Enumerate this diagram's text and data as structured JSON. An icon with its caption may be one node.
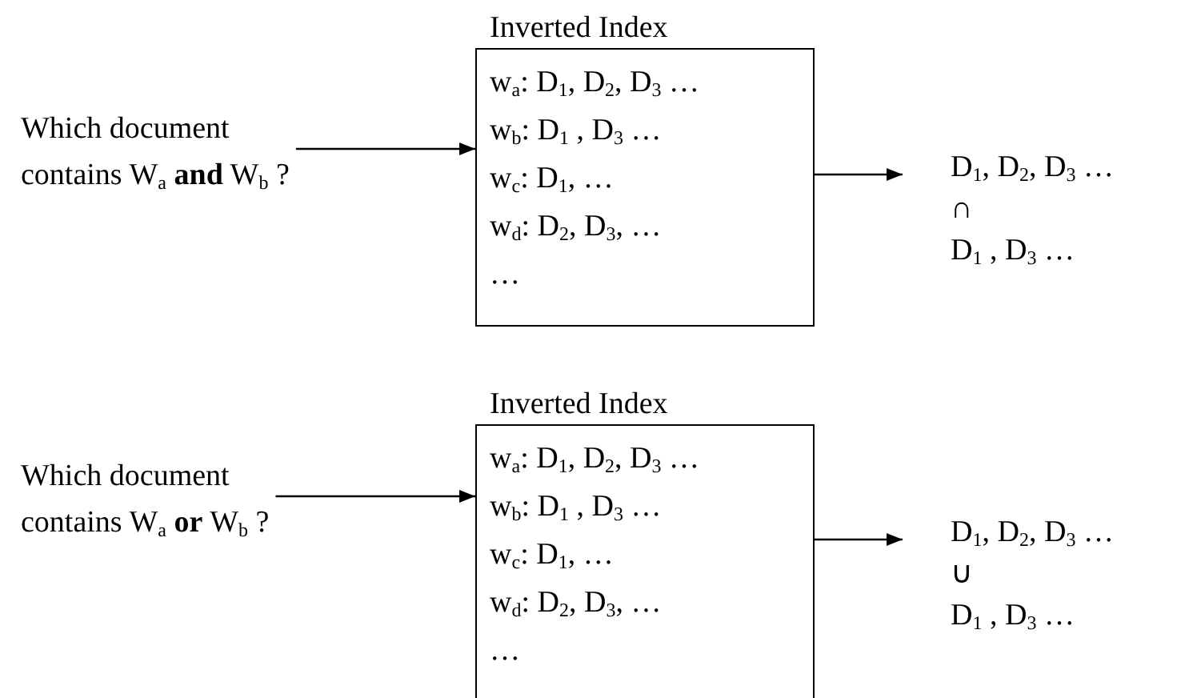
{
  "diagram": {
    "nodes": [
      {
        "text": [
          "Which document contains W$_{a}$ **and** W$_{b}$ ?"
        ]
      },
      {
        "text": [
          "Inverted Index",
          "w$_{a}$: D$_{1}$, D$_{2}$, D$_{3}$ …",
          "w$_{b}$: D$_{1}$ , D$_{3}$ …",
          "w$_{c}$: D$_{1}$, …",
          "w$_{d}$: D$_{2}$, D$_{3}$, …",
          "…"
        ]
      },
      {
        "text": [
          "D$_{1}$, D$_{2}$, D$_{3}$ …",
          "∩",
          "D$_{1}$ , D$_{3}$ …"
        ]
      },
      {
        "text": [
          "Which document contains W$_{a}$ **or** W$_{b}$ ?"
        ]
      },
      {
        "text": [
          "Inverted Index",
          "w$_{a}$: D$_{1}$, D$_{2}$, D$_{3}$ …",
          "w$_{b}$: D$_{1}$ , D$_{3}$ …",
          "w$_{c}$: D$_{1}$, …",
          "w$_{d}$: D$_{2}$, D$_{3}$, …",
          "…"
        ]
      },
      {
        "text": [
          "D$_{1}$, D$_{2}$, D$_{3}$ …",
          "∪",
          "D$_{1}$ , D$_{3}$ …"
        ]
      }
    ],
    "edges": [
      {
        "from": 0,
        "to": 1,
        "arrow": "to"
      },
      {
        "from": 1,
        "to": 2,
        "arrow": "to"
      },
      {
        "from": 3,
        "to": 4,
        "arrow": "to"
      },
      {
        "from": 4,
        "to": 5,
        "arrow": "to"
      }
    ]
  }
}
